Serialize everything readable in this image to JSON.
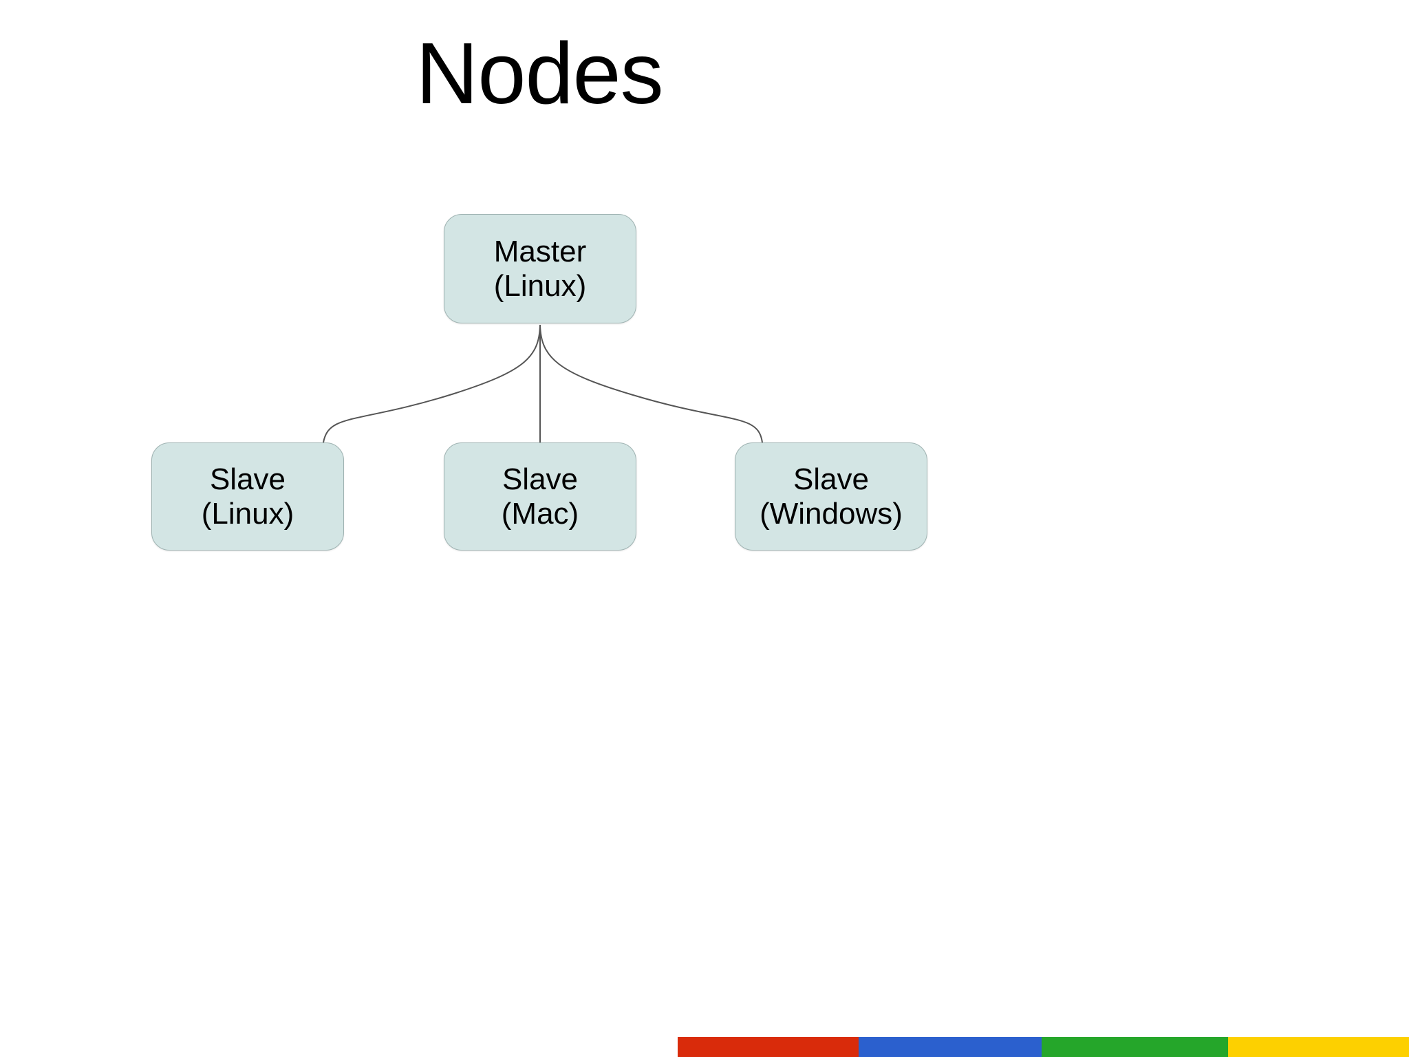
{
  "slide": {
    "title": "Nodes",
    "background_color": "#ffffff"
  },
  "diagram": {
    "type": "tree",
    "node_fill_color": "#d3e5e4",
    "node_border_color": "#9fb3b2",
    "edge_color": "#555555",
    "text_color": "#000000",
    "master": {
      "line1": "Master",
      "line2": "(Linux)"
    },
    "slaves": [
      {
        "line1": "Slave",
        "line2": "(Linux)"
      },
      {
        "line1": "Slave",
        "line2": "(Mac)"
      },
      {
        "line1": "Slave",
        "line2": "(Windows)"
      }
    ]
  },
  "footer_bar": {
    "colors": {
      "red": "#d92b0b",
      "blue": "#2b60ce",
      "green": "#25a62a",
      "yellow": "#fdd000"
    }
  }
}
